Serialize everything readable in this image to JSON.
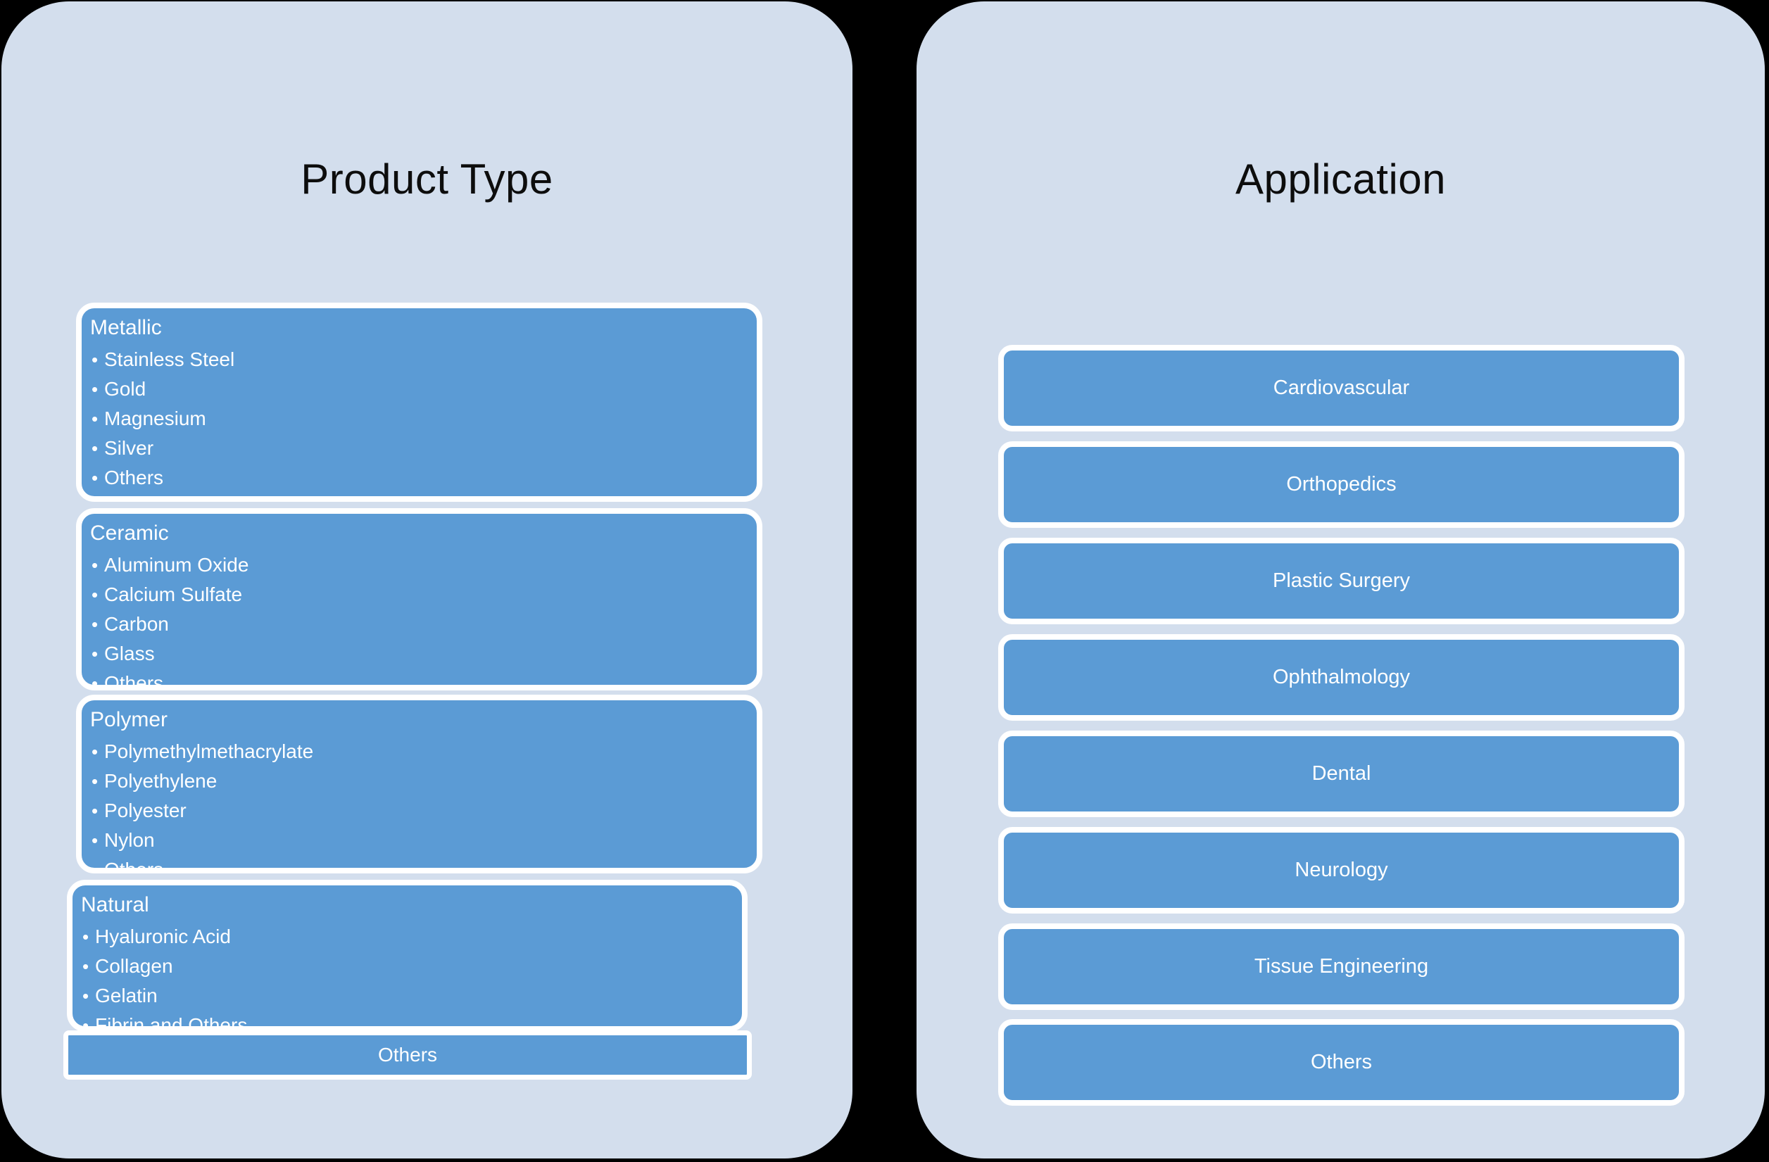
{
  "colors": {
    "background": "#000000",
    "panel_bg": "#d3deed",
    "box_blue": "#5b9bd5",
    "box_border": "#ffffff",
    "title_text": "#0d0d0d",
    "box_text": "#ffffff"
  },
  "glyphs": {
    "bullet": "•"
  },
  "left_panel": {
    "title": "Product Type",
    "groups": [
      {
        "label": "Metallic",
        "items": [
          "Stainless Steel",
          "Gold",
          "Magnesium",
          "Silver",
          "Others"
        ]
      },
      {
        "label": "Ceramic",
        "items": [
          "Aluminum Oxide",
          "Calcium Sulfate",
          "Carbon",
          "Glass",
          "Others"
        ]
      },
      {
        "label": "Polymer",
        "items": [
          "Polymethylmethacrylate",
          "Polyethylene",
          "Polyester",
          "Nylon",
          "Others"
        ]
      },
      {
        "label": "Natural",
        "items": [
          "Hyaluronic Acid",
          "Collagen",
          "Gelatin",
          "Fibrin and Others"
        ]
      }
    ],
    "footer": "Others"
  },
  "right_panel": {
    "title": "Application",
    "items": [
      "Cardiovascular",
      "Orthopedics",
      "Plastic Surgery",
      "Ophthalmology",
      "Dental",
      "Neurology",
      "Tissue Engineering",
      "Others"
    ]
  }
}
